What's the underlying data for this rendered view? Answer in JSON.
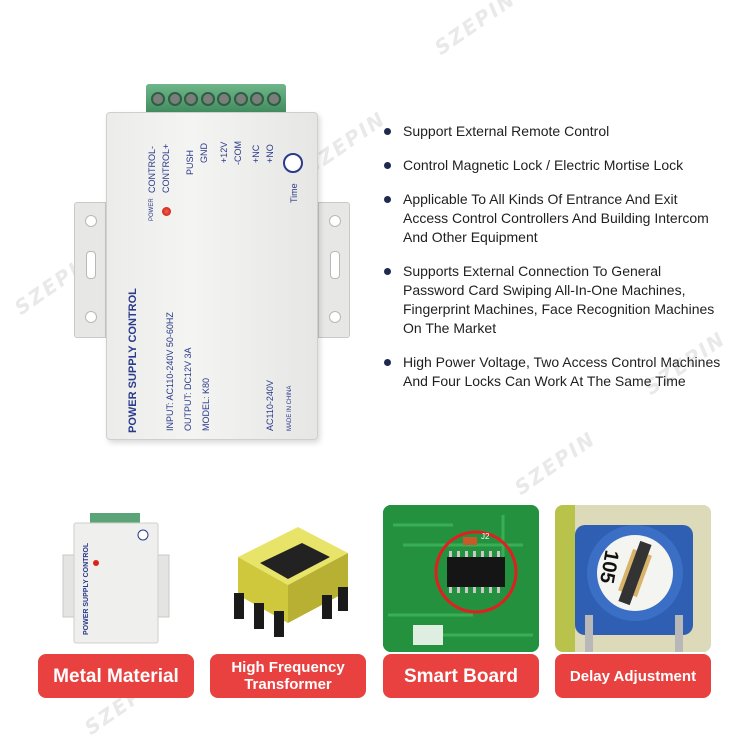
{
  "watermark": {
    "text": "SZEPIN"
  },
  "product": {
    "terminal_labels": [
      "CONTROL-",
      "CONTROL+",
      "PUSH",
      "GND",
      "+12V",
      "-COM",
      "+NC",
      "+NO"
    ],
    "time_label": "Time",
    "power_label": "POWER",
    "title": "POWER SUPPLY CONTROL",
    "input_text": "INPUT: AC110-240V 50-60HZ",
    "output_text": "OUTPUT: DC12V 3A",
    "model_text": "MODEL: K80",
    "voltage_text": "AC110-240V",
    "origin_text": "MADE IN CHINA"
  },
  "features": [
    "Support External Remote Control",
    "Control Magnetic Lock / Electric Mortise Lock",
    "Applicable To All Kinds Of Entrance And Exit Access Control Controllers And Building Intercom And Other Equipment",
    "Supports External Connection To General Password Card Swiping All-In-One Machines, Fingerprint Machines, Face Recognition Machines On The Market",
    "High Power Voltage, Two Access Control Machines And Four Locks Can Work At The Same Time"
  ],
  "cards": [
    {
      "label": "Metal Material"
    },
    {
      "label": "High Frequency Transformer"
    },
    {
      "label": "Smart Board",
      "chip_label": "J2"
    },
    {
      "label": "Delay Adjustment",
      "pot_label": "105"
    }
  ],
  "colors": {
    "accent": "#e8413f",
    "label_blue": "#2a3a8c",
    "bullet": "#1d2a4d"
  }
}
